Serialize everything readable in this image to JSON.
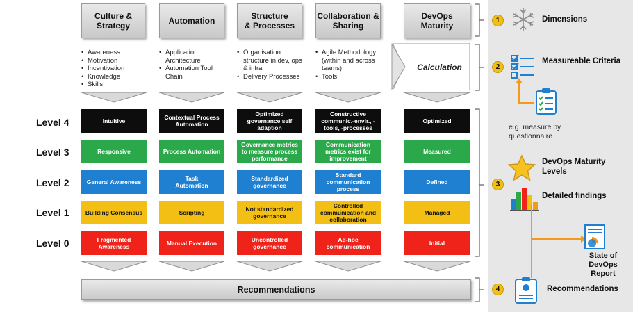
{
  "headers": [
    "Culture &\nStrategy",
    "Automation",
    "Structure\n& Processes",
    "Collaboration &\nSharing",
    "DevOps\nMaturity"
  ],
  "criteria": [
    [
      "Awareness",
      "Motivation",
      "Incentivation",
      "Knowledge",
      "Skills"
    ],
    [
      "Application Architecture",
      "Automation Tool Chain"
    ],
    [
      "Organisation structure in dev, ops & infra",
      "Delivery Processes"
    ],
    [
      "Agile Methodology (within and across teams)",
      "Tools"
    ]
  ],
  "calculation": "Calculation",
  "levels": [
    "Level 4",
    "Level 3",
    "Level 2",
    "Level 1",
    "Level 0"
  ],
  "matrix": [
    [
      "Intuitive",
      "Contextual Process\nAutomation",
      "Optimized\ngovernance self\nadaption",
      "Constructive\ncommunic.-envir., -\ntools, -processes",
      "Optimized"
    ],
    [
      "Responsive",
      "Process Automation",
      "Governance metrics\nto measure process\nperformance",
      "Communication\nmetrics exist for\nimprovement",
      "Measured"
    ],
    [
      "General Awareness",
      "Task\nAutomation",
      "Standardized\ngovernance",
      "Standard\ncommunication\nprocess",
      "Defined"
    ],
    [
      "Building Consensus",
      "Scripting",
      "Not standardized\ngovernance",
      "Controlled\ncommunication and\ncollaboration",
      "Managed"
    ],
    [
      "Fragmented\nAwareness",
      "Manual Execution",
      "Uncontrolled\ngovernance",
      "Ad-hoc\ncommunication",
      "Initial"
    ]
  ],
  "recommendations_bar": "Recommendations",
  "right_panel": {
    "n1": "1",
    "dimensions": "Dimensions",
    "n2": "2",
    "criteria": "Measureable Criteria",
    "measure_note": "e.g. measure by questionnaire",
    "n3": "3",
    "maturity_levels": "DevOps Maturity Levels",
    "findings": "Detailed findings",
    "state_report": "State of DevOps Report",
    "n4": "4",
    "recommendations": "Recommendations"
  },
  "colors": {
    "level4": "#0d0d0d",
    "level3": "#2aa84a",
    "level2": "#1f7fd0",
    "level1": "#f3bf14",
    "level0": "#f0231a",
    "accent": "#f3bf14"
  },
  "icons": [
    "snowflake-icon",
    "checklist-icon",
    "clipboard-icon",
    "star-icon",
    "bar-chart-icon",
    "report-icon",
    "id-card-icon"
  ]
}
